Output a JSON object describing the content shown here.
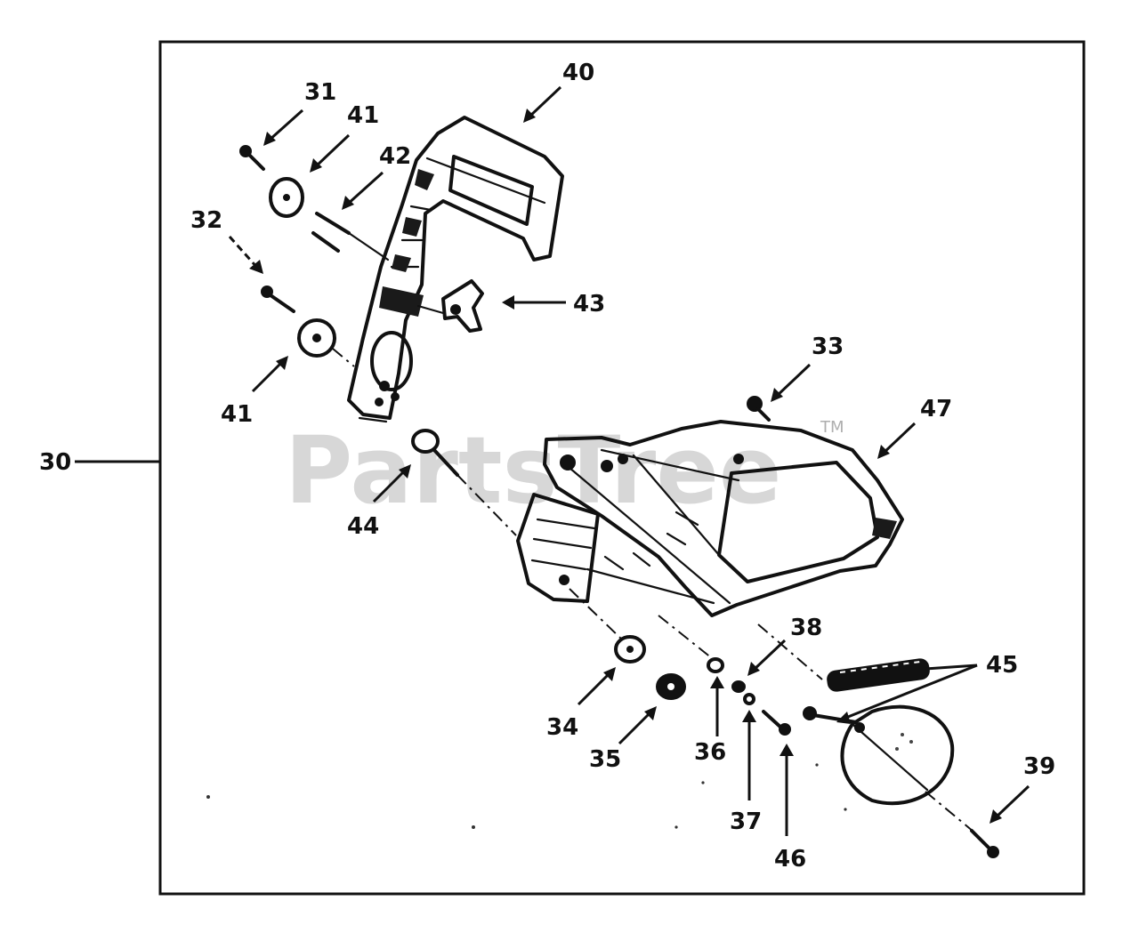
{
  "diagram": {
    "assembly_callout": "30",
    "callouts": {
      "c31": "31",
      "c41a": "41",
      "c42": "42",
      "c40": "40",
      "c32": "32",
      "c43": "43",
      "c41b": "41",
      "c33": "33",
      "c47": "47",
      "c44": "44",
      "c38": "38",
      "c45": "45",
      "c34": "34",
      "c35": "35",
      "c36": "36",
      "c37": "37",
      "c46": "46",
      "c39": "39"
    }
  },
  "watermark": {
    "brand": "PartsTree",
    "trademark": "TM"
  }
}
